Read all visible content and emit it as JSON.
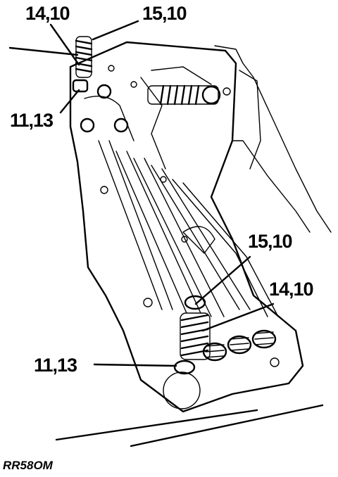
{
  "callouts": {
    "top_left_upper": "14,10",
    "top_right_upper": "15,10",
    "top_left_lower": "11,13",
    "mid_right_upper": "15,10",
    "mid_right_lower": "14,10",
    "bottom_left": "11,13"
  },
  "reference_code": "RR58OM"
}
